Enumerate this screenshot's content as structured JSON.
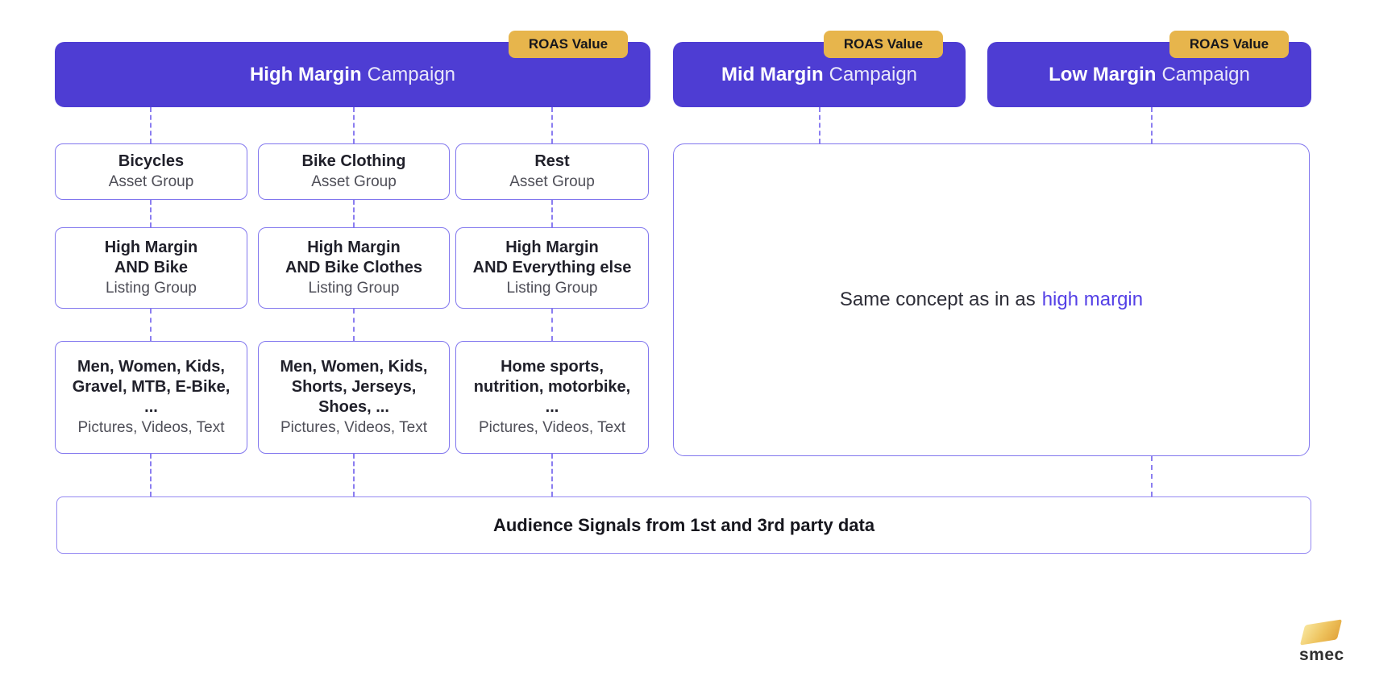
{
  "colors": {
    "campaign_bg": "#4e3dd3",
    "badge_bg": "#e7b54c",
    "box_outline": "#8176ee",
    "connector": "#8b7ef0",
    "highlight_text": "#5440e6",
    "logo_gold": "#eec35e"
  },
  "campaigns": [
    {
      "title_strong": "High Margin",
      "title_rest": "Campaign",
      "badge": "ROAS Value"
    },
    {
      "title_strong": "Mid Margin",
      "title_rest": "Campaign",
      "badge": "ROAS Value"
    },
    {
      "title_strong": "Low Margin",
      "title_rest": "Campaign",
      "badge": "ROAS Value"
    }
  ],
  "columns": [
    {
      "asset_group": {
        "title": "Bicycles",
        "subtitle": "Asset Group"
      },
      "listing_group": {
        "lines": [
          "High Margin",
          "AND Bike"
        ],
        "subtitle": "Listing Group"
      },
      "assets": {
        "lines": [
          "Men, Women, Kids,",
          "Gravel, MTB, E-Bike,",
          "..."
        ],
        "subtitle": "Pictures, Videos, Text"
      }
    },
    {
      "asset_group": {
        "title": "Bike Clothing",
        "subtitle": "Asset Group"
      },
      "listing_group": {
        "lines": [
          "High Margin",
          "AND Bike Clothes"
        ],
        "subtitle": "Listing Group"
      },
      "assets": {
        "lines": [
          "Men, Women, Kids,",
          "Shorts, Jerseys,",
          "Shoes, ..."
        ],
        "subtitle": "Pictures, Videos, Text"
      }
    },
    {
      "asset_group": {
        "title": "Rest",
        "subtitle": "Asset Group"
      },
      "listing_group": {
        "lines": [
          "High Margin",
          "AND Everything else"
        ],
        "subtitle": "Listing Group"
      },
      "assets": {
        "lines": [
          "Home sports,",
          "nutrition, motorbike,",
          "..."
        ],
        "subtitle": "Pictures, Videos, Text"
      }
    }
  ],
  "right_panel": {
    "prefix": "Same concept as in as",
    "highlight": "high margin"
  },
  "audience_bar": {
    "label": "Audience Signals from 1st and 3rd party data"
  },
  "logo": {
    "text": "smec"
  }
}
